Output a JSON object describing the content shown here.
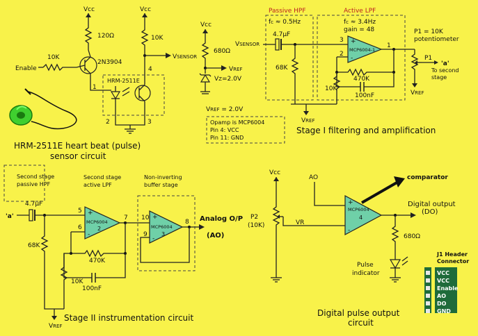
{
  "sensor": {
    "vcc_left": "Vcc",
    "vcc_right": "Vcc",
    "r_collector": "120Ω",
    "r_pullup": "10K",
    "r_base": "10K",
    "transistor": "2N3904",
    "enable": "Enable",
    "vsensor": "V",
    "vsensor_sub": "SENSOR",
    "module": "HRM-2511E",
    "pin1": "1",
    "pin2": "2",
    "pin3": "3",
    "pin4": "4",
    "caption1": "HRM-2511E heart beat (pulse)",
    "caption2": "sensor circuit"
  },
  "stage1": {
    "vcc": "Vcc",
    "r_bias": "680Ω",
    "vz": "V",
    "vz_sub": "Z",
    "vz_val": "=2.0V",
    "vref": "V",
    "vref_sub": "REF",
    "vref_eq": "V",
    "vref_eq_sub": "REF",
    "vref_eq_val": " = 2.0V",
    "vsensor": "V",
    "vsensor_sub": "SENSOR",
    "hpf_title": "Passive HPF",
    "lpf_title": "Active LPF",
    "fc_hpf": "f",
    "fc_hpf_sub": "c",
    "fc_hpf_val": " ≈ 0.5Hz",
    "fc_lpf": "f",
    "fc_lpf_sub": "c",
    "fc_lpf_val": " ≈ 3.4Hz",
    "gain": "gain = 48",
    "cap_in": "4.7µF",
    "r_hpf": "68K",
    "r_fb": "470K",
    "c_fb": "100nF",
    "r_gnd": "10K",
    "opamp": "MCP6004-1",
    "pin3": "3",
    "pin2": "2",
    "pin1": "1",
    "p1_desc1": "P1 = 10K",
    "p1_desc2": "potentiometer",
    "p1": "P1",
    "a_label": "'a'",
    "to_next1": "To second",
    "to_next2": "stage",
    "vref_out": "V",
    "vref_out_sub": "REF",
    "vref_bot": "V",
    "vref_bot_sub": "REF",
    "note1": "Opamp is MCP6004",
    "note2": "Pin 4: VCC",
    "note3": "Pin 11: GND",
    "caption": "Stage I filtering and amplification"
  },
  "stage2": {
    "hpf_title1": "Second stage",
    "hpf_title2": "passive HPF",
    "lpf_title1": "Second stage",
    "lpf_title2": "active LPF",
    "buf_title1": "Non-inverting",
    "buf_title2": "buffer stage",
    "a_in": "'a'",
    "cap_in": "4.7µF",
    "r_hpf": "68K",
    "r_fb": "470K",
    "c_fb": "100nF",
    "r_gnd": "10K",
    "opamp1": "MCP6004",
    "opamp1_n": "2",
    "opamp2": "MCP6004",
    "opamp2_n": "3",
    "pin5": "5",
    "pin6": "6",
    "pin7": "7",
    "pin10": "10",
    "pin9": "9",
    "pin8": "8",
    "out1": "Analog O/P",
    "out2": "(AO)",
    "vref": "V",
    "vref_sub": "REF",
    "caption": "Stage II instrumentation circuit"
  },
  "digital": {
    "vcc": "Vcc",
    "ao": "AO",
    "comparator": "comparator",
    "opamp": "MCP6004",
    "opamp_n": "4",
    "p2": "P2",
    "p2_val": "(10K)",
    "vr": "VR",
    "out1": "Digital output",
    "out2": "(DO)",
    "r_led": "680Ω",
    "led1": "Pulse",
    "led2": "indicator",
    "caption1": "Digital pulse output",
    "caption2": "circuit"
  },
  "header": {
    "title1": "J1 Header",
    "title2": "Connector",
    "pins": [
      "VCC",
      "VCC",
      "Enable",
      "AO",
      "DO",
      "GND"
    ]
  },
  "colors": {
    "background": "#f8f24a",
    "opamp_fill": "#6fd0a8",
    "header_fill": "#1f6b3a",
    "sensor_green": "#3fcf2f"
  }
}
